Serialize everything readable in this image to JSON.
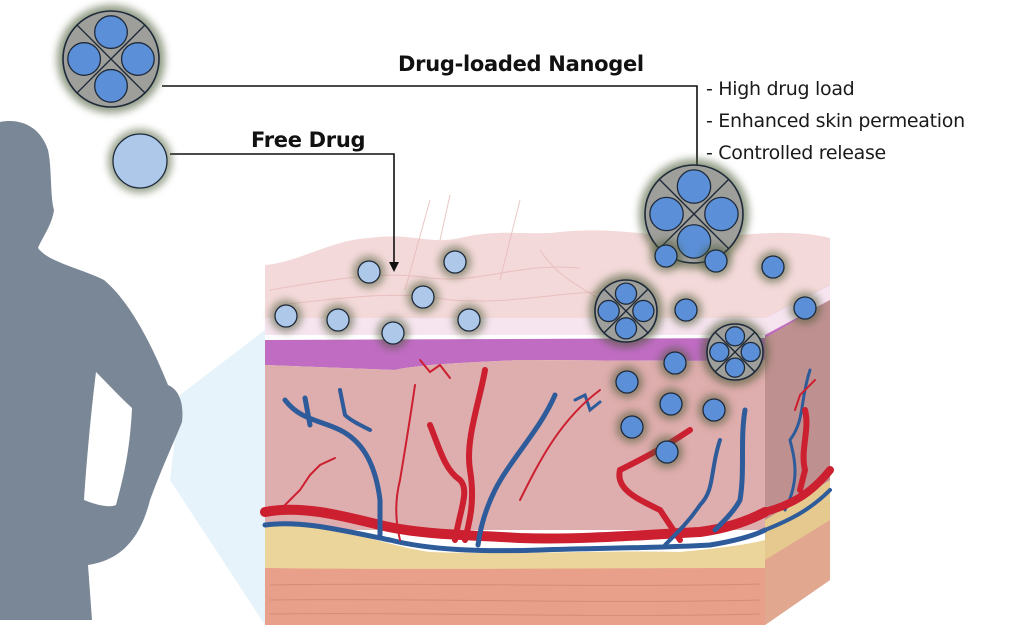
{
  "figure": {
    "title": "Free drug vs drug-loaded nanogel skin permeation",
    "labels": {
      "nanogel": "Drug-loaded Nanogel",
      "free_drug": "Free Drug"
    },
    "nanogel_benefits": [
      "- High drug load",
      "- Enhanced skin permeation",
      "- Controlled release"
    ],
    "colors": {
      "silhouette": "#7a8796",
      "free_drug_fill": "#aec8ea",
      "nanogel_core_fill": "#5b8fd8",
      "nanogel_shell": "#9e9e9a",
      "glow": "#4a5a35",
      "epidermis": "#f3d9d9",
      "stratum_line": "#f6e4ef",
      "basal_layer": "#c06cc3",
      "dermis": "#deadad",
      "dermis_side": "#bf9090",
      "artery": "#cc1f2f",
      "vein": "#2e5b9a",
      "fat_layer": "#ecd59b",
      "muscle": "#e8a08a",
      "zoom_cone": "#e6f3fb"
    },
    "legend_icons": [
      "nanogel-icon",
      "free-drug-icon"
    ]
  }
}
